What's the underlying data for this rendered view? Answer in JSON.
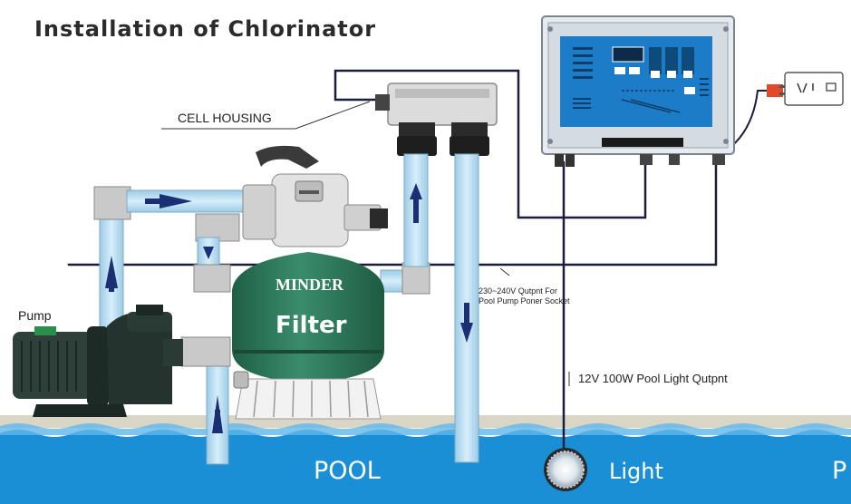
{
  "title": "Installation of Chlorinator",
  "labels": {
    "cell_housing": "CELL HOUSING",
    "pump": "Pump",
    "filter_brand": "MINDER",
    "filter_name": "Filter",
    "power_outlet_line1": "230~240V Qutpnt For",
    "power_outlet_line2": "Pool Pump Poner Socket",
    "light_outlet": "12V 100W Pool Light Qutpnt",
    "pool": "POOL",
    "pool_partial": "P",
    "light": "Light"
  },
  "colors": {
    "water": "#1a8fd6",
    "pipe": "#b9def2",
    "pipe_gray": "#c9c9c9",
    "filter_tank": "#2f7d5f",
    "control_panel": "#1d7cc7",
    "control_box": "#e6ebef",
    "arrow": "#1a2f74",
    "wire": "#1c1c3c"
  }
}
